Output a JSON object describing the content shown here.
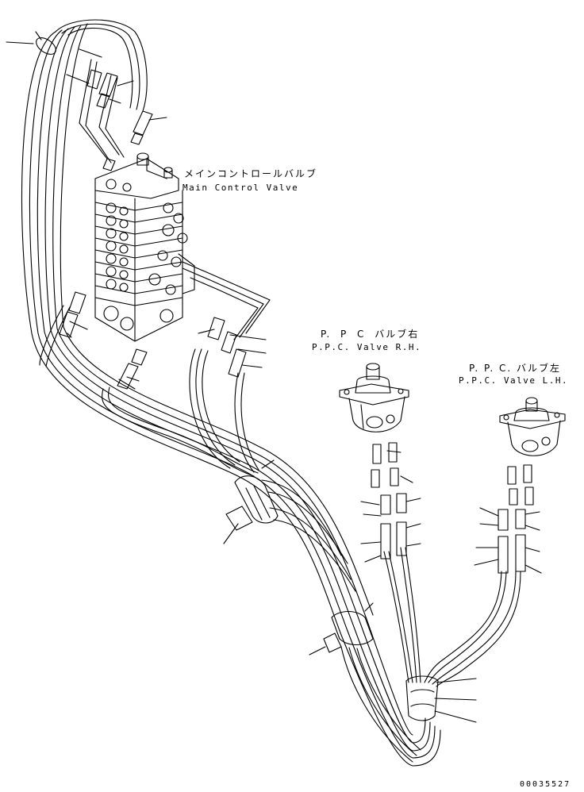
{
  "labels": {
    "main_control_valve_jp": "メインコントロールバルブ",
    "main_control_valve_en": "Main Control Valve",
    "ppc_valve_rh_jp": "P. P C バルブ右",
    "ppc_valve_rh_en": "P.P.C. Valve R.H.",
    "ppc_valve_lh_jp": "P. P. C. バルブ左",
    "ppc_valve_lh_en": "P.P.C. Valve L.H.",
    "drawing_number": "00035527"
  }
}
